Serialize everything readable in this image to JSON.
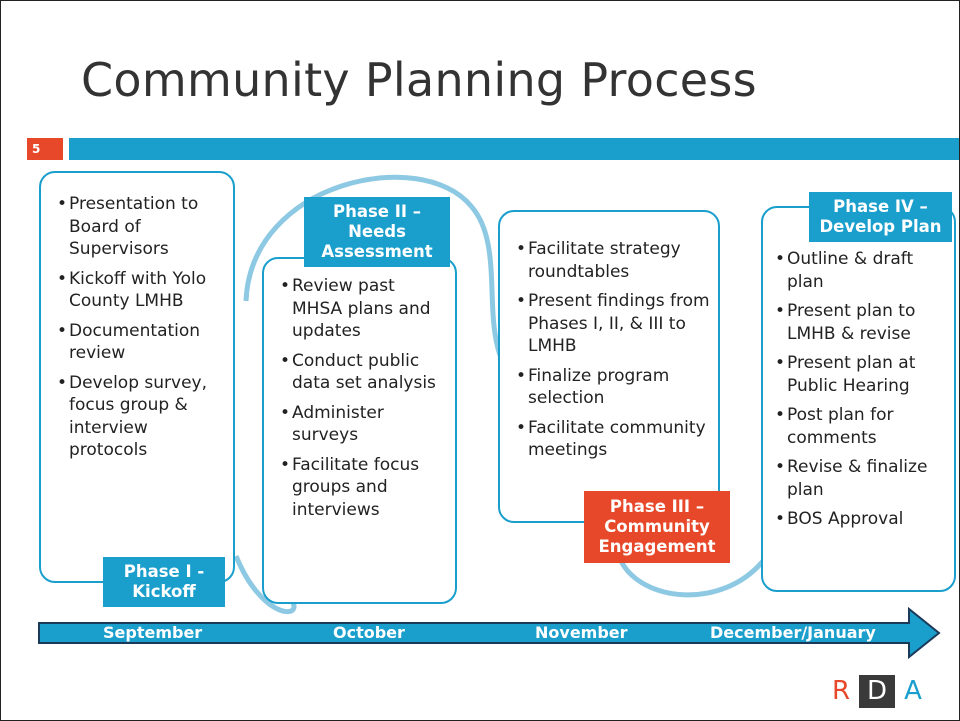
{
  "slide": {
    "title": "Community Planning Process",
    "number": "5"
  },
  "phases": [
    {
      "label_lines": [
        "Phase I -",
        "Kickoff"
      ],
      "color": "#1a9fcd",
      "items": [
        "Presentation to Board of Supervisors",
        "Kickoff with Yolo County LMHB",
        "Documentation review",
        "Develop survey, focus group & interview protocols"
      ]
    },
    {
      "label_lines": [
        "Phase II –",
        "Needs",
        "Assessment"
      ],
      "color": "#1a9fcd",
      "items": [
        "Review past MHSA plans and updates",
        "Conduct public data set analysis",
        "Administer surveys",
        "Facilitate focus groups and interviews"
      ]
    },
    {
      "label_lines": [
        "Phase III –",
        "Community",
        "Engagement"
      ],
      "color": "#e8482a",
      "items": [
        "Facilitate strategy roundtables",
        "Present findings from Phases I, II, & III to LMHB",
        "Finalize program selection",
        "Facilitate community meetings"
      ]
    },
    {
      "label_lines": [
        "Phase IV –",
        "Develop Plan"
      ],
      "color": "#1a9fcd",
      "items": [
        "Outline & draft plan",
        "Present plan to LMHB & revise",
        "Present plan at Public Hearing",
        "Post plan for comments",
        "Revise & finalize plan",
        "BOS Approval"
      ]
    }
  ],
  "timeline": {
    "months": [
      "September",
      "October",
      "November",
      "December/January"
    ]
  },
  "logo": {
    "letters": [
      "R",
      "D",
      "A"
    ]
  },
  "colors": {
    "accent_blue": "#1a9fcd",
    "accent_orange": "#e8482a",
    "arrow_fill": "#1a9fcd"
  }
}
